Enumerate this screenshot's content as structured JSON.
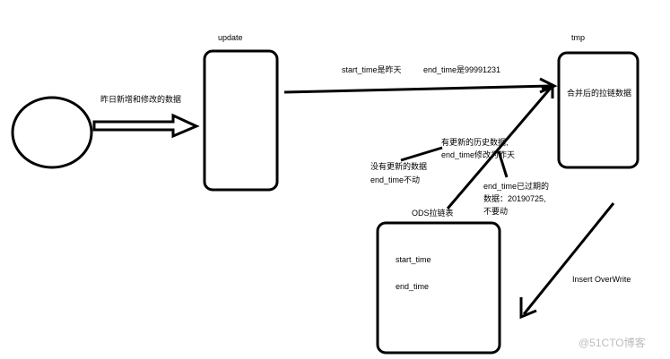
{
  "labels": {
    "update": "update",
    "tmp": "tmp",
    "left_arrow_caption": "昨日新增和修改的数据",
    "start_time_yesterday": "start_time是昨天",
    "end_time_99991231": "end_time是99991231",
    "merged_chain_data": "合并后的拉链数据",
    "history_updated_line1": "有更新的历史数据,",
    "history_updated_line2": "end_time修改为昨天",
    "no_update_line1": "没有更新的数据",
    "no_update_line2": "end_time不动",
    "expired_line1": "end_time已过期的",
    "expired_line2": "数据：20190725,",
    "expired_line3": "不要动",
    "ods_chain_table": "ODS拉链表",
    "ods_start_time": "start_time",
    "ods_end_time": "end_time",
    "insert_overwrite": "Insert OverWrite"
  },
  "watermark": "@51CTO博客",
  "colors": {
    "stroke": "#000000",
    "watermark": "#bdbdbd"
  }
}
